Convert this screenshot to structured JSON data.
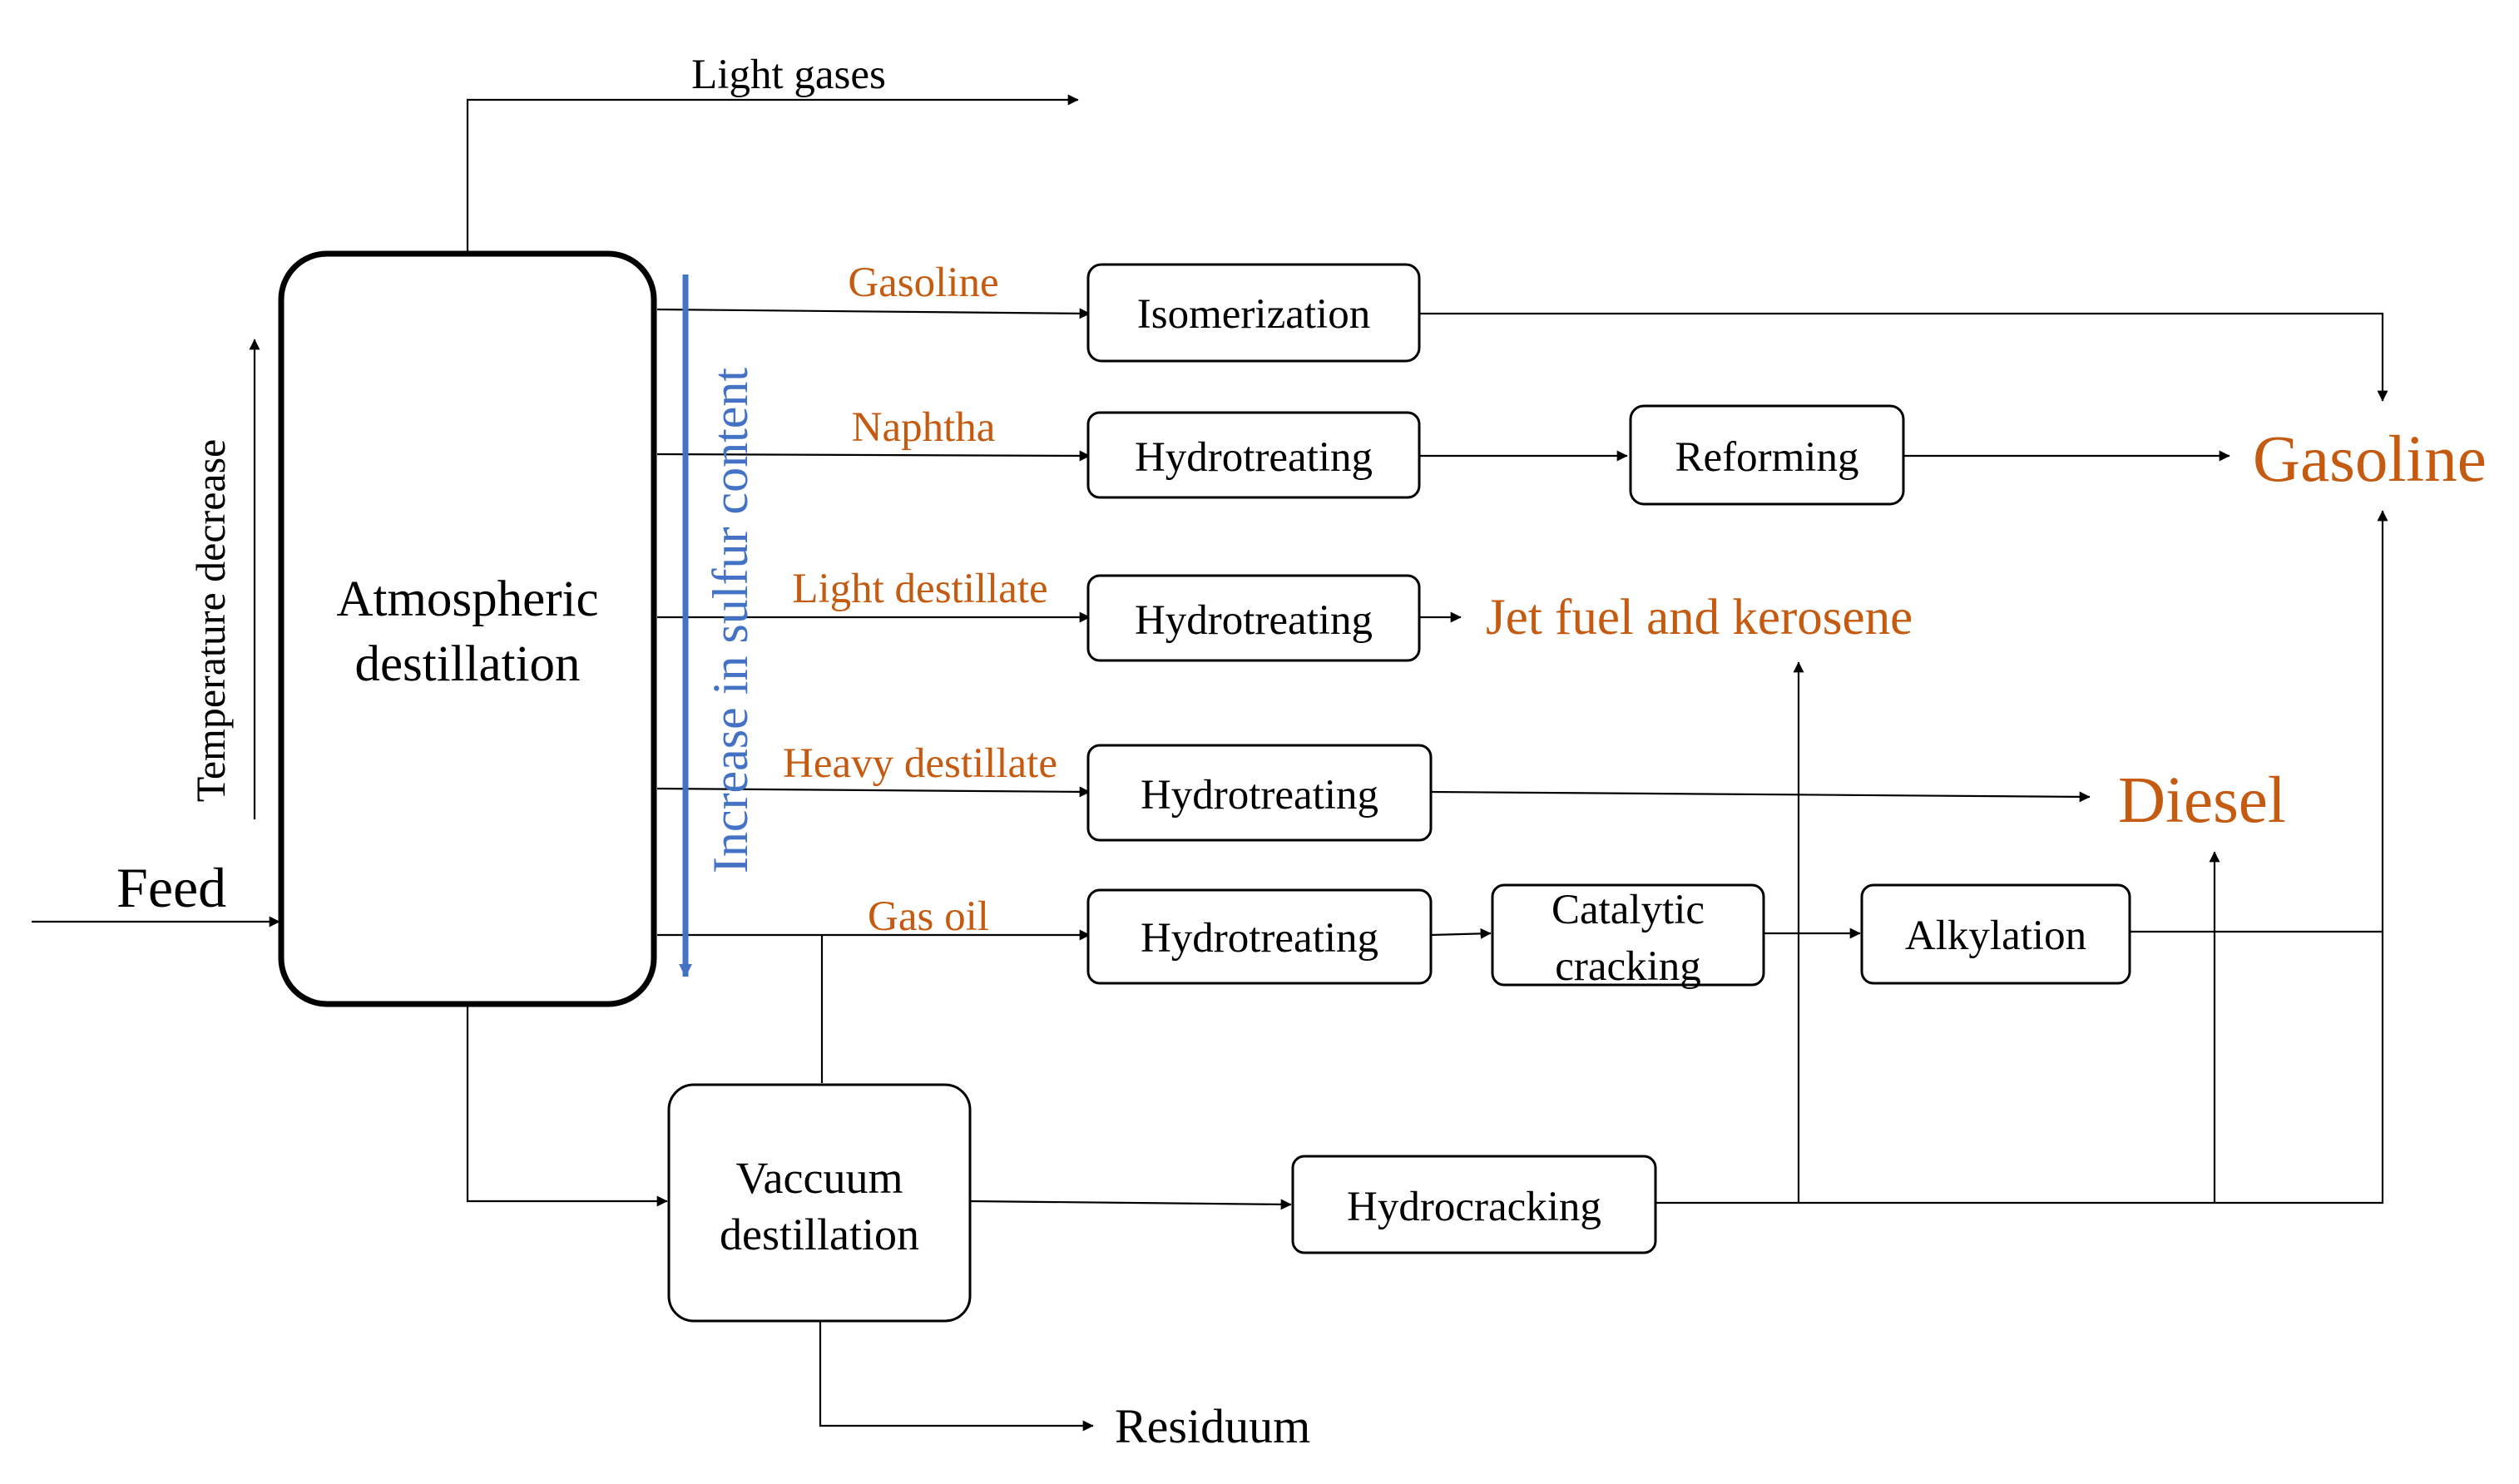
{
  "colors": {
    "stream_label": "#c55a11",
    "product_label": "#c55a11",
    "sulfur_arrow": "#4472c4",
    "line": "#000000"
  },
  "inputs": {
    "feed": "Feed"
  },
  "units": {
    "atmospheric": [
      "Atmospheric",
      "destillation"
    ],
    "vacuum": [
      "Vaccuum",
      "destillation"
    ],
    "isomerization": "Isomerization",
    "hydrotreating_naphtha": "Hydrotreating",
    "reforming": "Reforming",
    "hydrotreating_light": "Hydrotreating",
    "hydrotreating_heavy": "Hydrotreating",
    "hydrotreating_gasoil": "Hydrotreating",
    "catalytic_cracking": [
      "Catalytic",
      "cracking"
    ],
    "alkylation": "Alkylation",
    "hydrocracking": "Hydrocracking"
  },
  "streams": {
    "gasoline": "Gasoline",
    "naphtha": "Naphtha",
    "light_destillate": "Light destillate",
    "heavy_destillate": "Heavy destillate",
    "gas_oil": "Gas oil"
  },
  "outputs": {
    "light_gases": "Light gases",
    "residuum": "Residuum"
  },
  "products": {
    "gasoline": "Gasoline",
    "jet_fuel": "Jet fuel and kerosene",
    "diesel": "Diesel"
  },
  "annotations": {
    "temperature": "Temperature decrease",
    "sulfur": "Increase in sulfur content"
  }
}
